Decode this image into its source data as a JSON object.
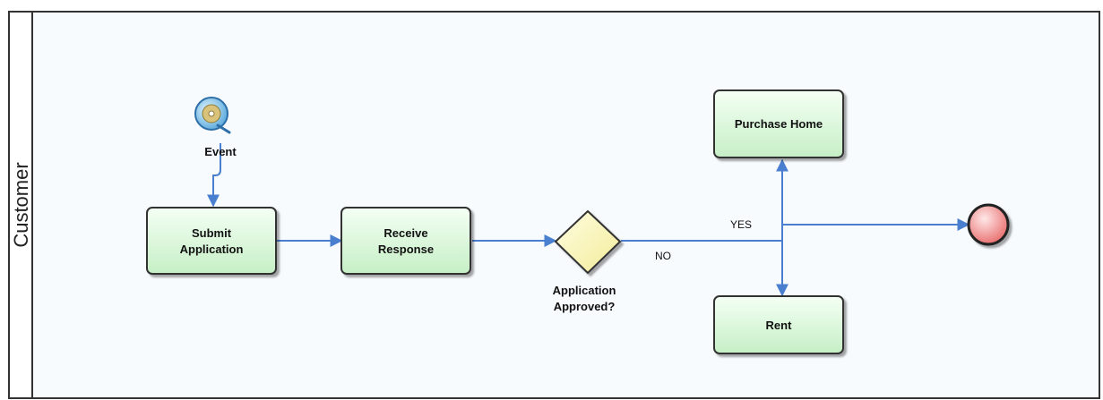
{
  "lane": {
    "label": "Customer"
  },
  "nodes": {
    "event": {
      "label": "Event"
    },
    "submit": {
      "line1": "Submit",
      "line2": "Application"
    },
    "receive": {
      "line1": "Receive",
      "line2": "Response"
    },
    "gateway": {
      "line1": "Application",
      "line2": "Approved?"
    },
    "purchase": {
      "label": "Purchase Home"
    },
    "rent": {
      "label": "Rent"
    }
  },
  "edges": {
    "yes_label": "YES",
    "no_label": "NO"
  },
  "colors": {
    "task_fill_top": "#f2fff2",
    "task_fill_bottom": "#c8f0c8",
    "gateway_fill": "#fbf7b8",
    "connector": "#4a7fd0",
    "end_event": "#f08080"
  }
}
